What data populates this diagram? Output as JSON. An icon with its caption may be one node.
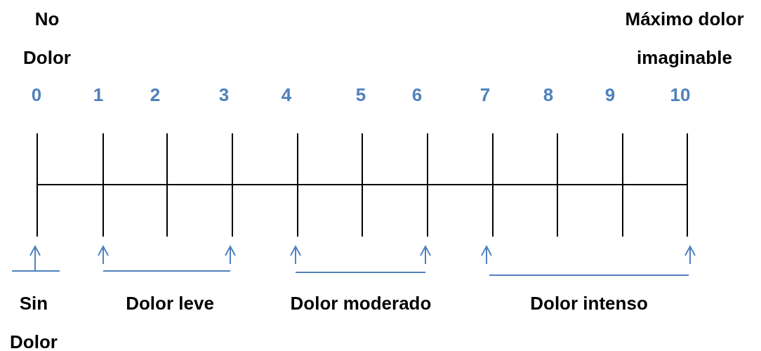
{
  "diagram": {
    "labels": [
      "No Dolor",
      "Máximo dolor imaginable",
      "0",
      "1",
      "2",
      "3",
      "4",
      "5",
      "6",
      "7",
      "8",
      "9",
      "10",
      "Sin Dolor",
      "Dolor leve",
      "Dolor moderado",
      "Dolor intenso"
    ]
  }
}
